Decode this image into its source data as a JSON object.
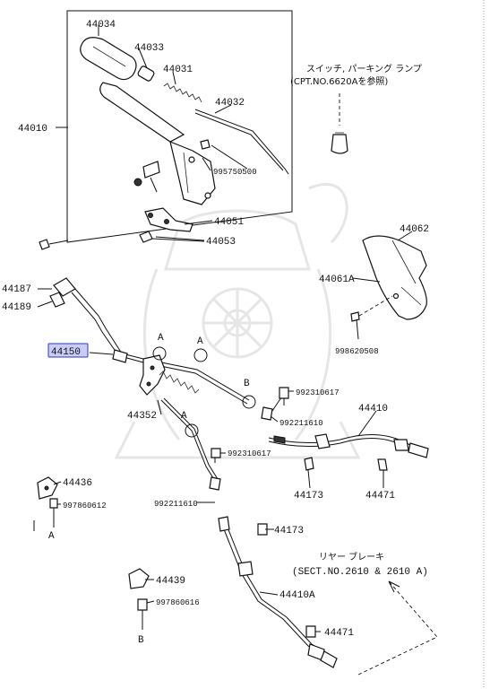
{
  "callouts": {
    "p44034": "44034",
    "p44033": "44033",
    "p44031": "44031",
    "p44032": "44032",
    "p44010": "44010",
    "p995750500": "995750500",
    "p44051": "44051",
    "p44053": "44053",
    "p44062": "44062",
    "p44061A": "44061A",
    "p998620508": "998620508",
    "p44187": "44187",
    "p44189": "44189",
    "p44150": "44150",
    "p44352": "44352",
    "p992310617a": "992310617",
    "p992211610a": "992211610",
    "p44410": "44410",
    "p992310617b": "992310617",
    "p44173a": "44173",
    "p44471a": "44471",
    "p992211610b": "992211610",
    "p44173b": "44173",
    "p44436": "44436",
    "p997860612": "997860612",
    "p44439": "44439",
    "p997860616": "997860616",
    "p44410A": "44410A",
    "p44471b": "44471"
  },
  "markers": {
    "a1": "A",
    "a2": "A",
    "b1": "B",
    "a3": "A",
    "b2": "B"
  },
  "notes": {
    "switch_line1": "スイッチ, パーキング ランプ",
    "switch_line2": "(CPT.NO.6620Aを参照)",
    "rear_line1": "リヤー ブレーキ",
    "rear_line2": "(SECT.NO.2610 & 2610 A)"
  },
  "highlight": {
    "part": "44150",
    "color": "#c9cdf5"
  }
}
